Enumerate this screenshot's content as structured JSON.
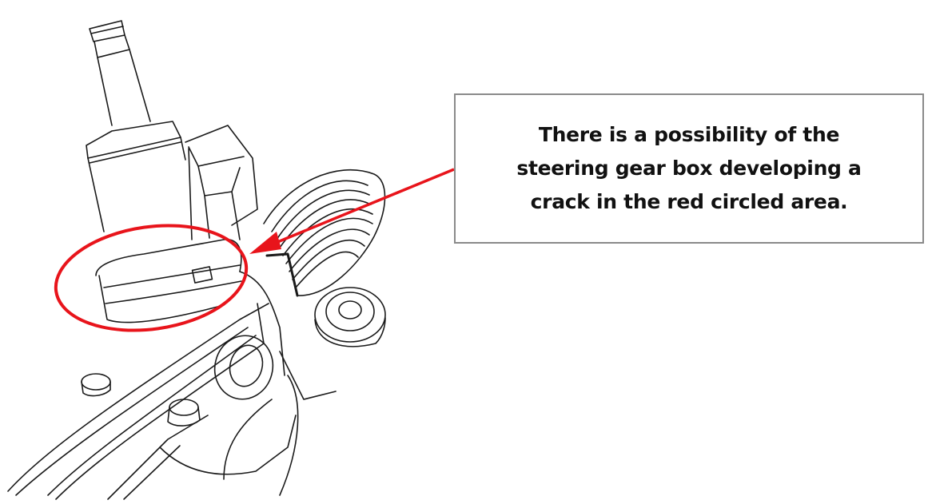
{
  "figure": {
    "subject": "steering gear box line drawing",
    "highlight_color": "#e8141b",
    "line_color": "#1a1a1a"
  },
  "callout": {
    "lines": [
      "There is a possibility of the",
      "steering gear box developing a",
      "crack in the red circled area."
    ]
  }
}
